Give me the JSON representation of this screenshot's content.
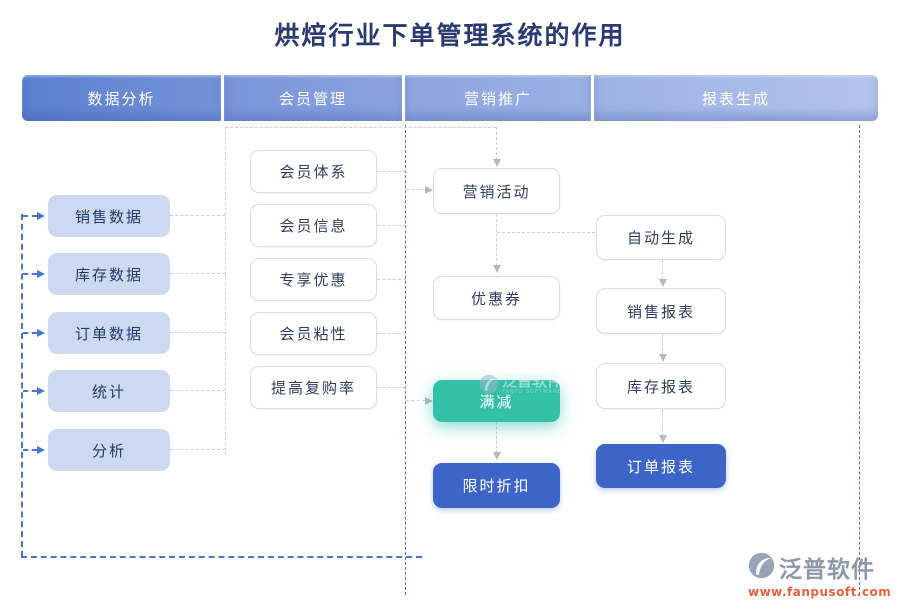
{
  "title": "烘焙行业下单管理系统的作用",
  "headers": [
    "数据分析",
    "会员管理",
    "营销推广",
    "报表生成"
  ],
  "columns": {
    "data_analysis": {
      "items": [
        "销售数据",
        "库存数据",
        "订单数据",
        "统计",
        "分析"
      ]
    },
    "member": {
      "items": [
        "会员体系",
        "会员信息",
        "专享优惠",
        "会员粘性",
        "提高复购率"
      ]
    },
    "marketing": {
      "items": [
        "营销活动",
        "优惠券",
        "满减",
        "限时折扣"
      ]
    },
    "report": {
      "items": [
        "自动生成",
        "销售报表",
        "库存报表",
        "订单报表"
      ]
    }
  },
  "watermark": {
    "brand": "泛普软件",
    "subtext": "FANPU SOFTWARE"
  },
  "footer_brand": {
    "name": "泛普软件",
    "url": "www.fanpusoft.com"
  },
  "colors": {
    "blue_dashed_line": "#4a76cc",
    "gray_dashed_line": "#cfcfcf",
    "header_gradient_start": "#5b7fd0",
    "header_gradient_end": "#b3c3ec",
    "light_node_fill": "#cdd9f1",
    "teal_node": "#32c0a8",
    "royal_node": "#3d65c8",
    "title_color": "#2b3a70",
    "brand_gray": "#8d98ad",
    "url_orange": "#e2633c"
  }
}
